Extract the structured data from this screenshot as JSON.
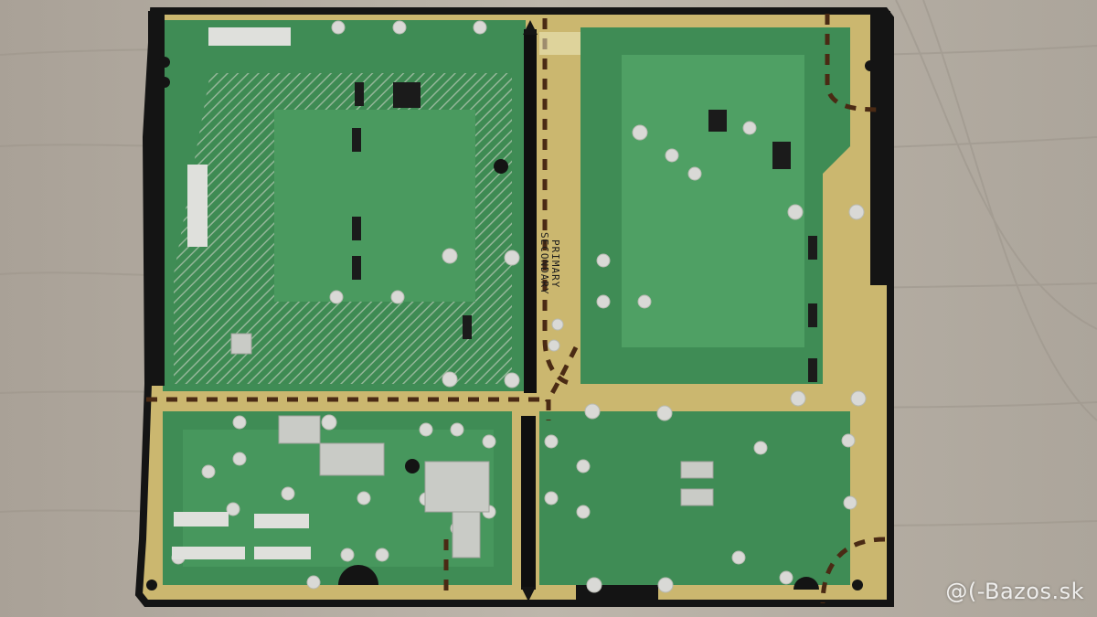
{
  "photo": {
    "subject": "power-supply-pcb-solder-side",
    "colors": {
      "wood": "#b8b1a6",
      "board_fr4": "#cbb76f",
      "solder_mask": "#3f8c55",
      "board_edge": "#141414",
      "solder": "#d9d9d6",
      "isolation_slot": "#0f0f0f"
    }
  },
  "board_text": {
    "primary_label": "PRIMARY",
    "secondary_label": "SECONDARY"
  },
  "watermark": {
    "text": "@(-Bazos.sk"
  }
}
